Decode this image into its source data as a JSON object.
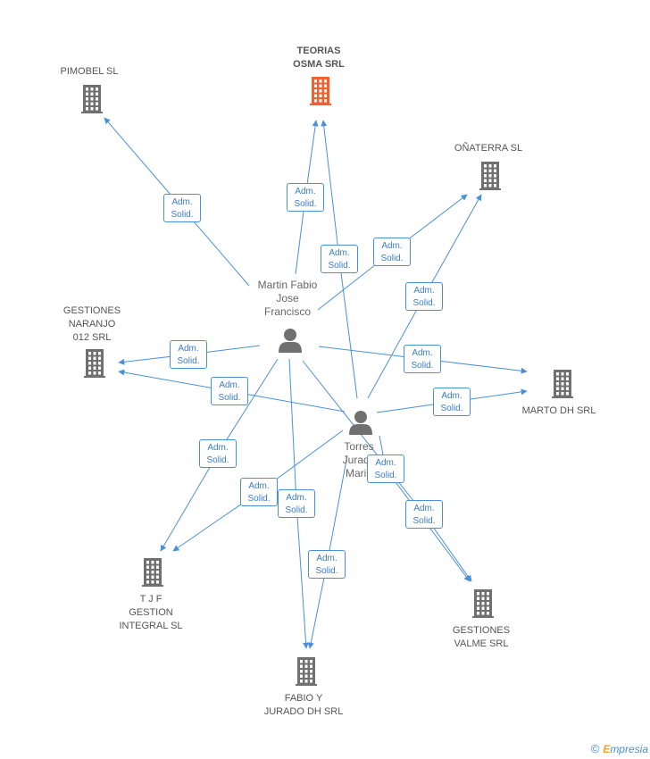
{
  "companies": [
    {
      "id": "teorias",
      "label": "TEORIAS\nOSMA SRL",
      "highlight": true
    },
    {
      "id": "pimobel",
      "label": "PIMOBEL SL"
    },
    {
      "id": "onaterra",
      "label": "OÑATERRA SL"
    },
    {
      "id": "gestiones_naranjo",
      "label": "GESTIONES\nNARANJO\n012 SRL"
    },
    {
      "id": "marto",
      "label": "MARTO DH SRL"
    },
    {
      "id": "tjf",
      "label": "T J F\nGESTION\nINTEGRAL SL"
    },
    {
      "id": "fabio_jurado",
      "label": "FABIO Y\nJURADO DH SRL"
    },
    {
      "id": "gestiones_valme",
      "label": "GESTIONES\nVALME SRL"
    }
  ],
  "people": [
    {
      "id": "martin",
      "label": "Martin Fabio\nJose\nFrancisco"
    },
    {
      "id": "torres",
      "label": "Torres\nJurado\nMaria"
    }
  ],
  "edge_label": "Adm.\nSolid.",
  "edges": [
    {
      "from": "martin",
      "to": "pimobel"
    },
    {
      "from": "martin",
      "to": "teorias"
    },
    {
      "from": "martin",
      "to": "onaterra"
    },
    {
      "from": "martin",
      "to": "gestiones_naranjo"
    },
    {
      "from": "martin",
      "to": "marto"
    },
    {
      "from": "martin",
      "to": "tjf"
    },
    {
      "from": "martin",
      "to": "fabio_jurado"
    },
    {
      "from": "martin",
      "to": "gestiones_valme"
    },
    {
      "from": "torres",
      "to": "teorias"
    },
    {
      "from": "torres",
      "to": "onaterra"
    },
    {
      "from": "torres",
      "to": "gestiones_naranjo"
    },
    {
      "from": "torres",
      "to": "marto"
    },
    {
      "from": "torres",
      "to": "tjf"
    },
    {
      "from": "torres",
      "to": "fabio_jurado"
    },
    {
      "from": "torres",
      "to": "gestiones_valme"
    }
  ],
  "colors": {
    "edge": "#4a90d9",
    "building": "#707070",
    "building_highlight": "#f26030",
    "person": "#707070"
  },
  "footer": {
    "copyright": "©",
    "brand_initial": "E",
    "brand_rest": "mpresia"
  }
}
